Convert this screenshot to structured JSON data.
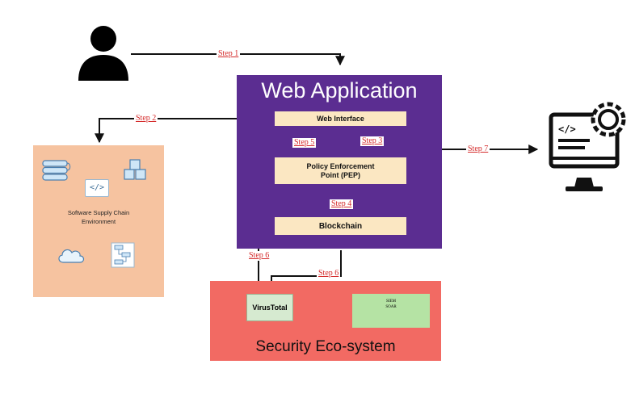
{
  "steps": {
    "step1": "Step 1",
    "step2": "Step 2",
    "step3": "Step 3",
    "step4": "Step 4",
    "step5": "Step 5",
    "step6a": "Step 6",
    "step6b": "Step 6",
    "step7": "Step 7"
  },
  "web_app": {
    "title": "Web Application",
    "web_interface": "Web Interface",
    "pep_line1": "Policy Enforcement",
    "pep_line2": "Point (PEP)",
    "blockchain": "Blockchain"
  },
  "supply_chain": {
    "label_line1": "Software Supply Chain",
    "label_line2": "Environment",
    "icons": [
      "server-stack-icon",
      "code-icon",
      "cubes-icon",
      "cloud-icon",
      "flowchart-icon"
    ]
  },
  "security": {
    "title": "Security Eco-system",
    "virustotal": "VirusTotal",
    "siem_line1": "SIEM",
    "siem_line2": "SOAR"
  },
  "icons": {
    "user": "user-icon",
    "computer": "computer-code-gear-icon"
  },
  "colors": {
    "web_app_bg": "#5b2d91",
    "component_bg": "#fbe7c2",
    "supply_chain_bg": "#f6c3a0",
    "security_bg": "#f26a63",
    "virustotal_bg": "#d6ead0",
    "siem_bg": "#b5e3a4",
    "step_text": "#d42a2a"
  }
}
